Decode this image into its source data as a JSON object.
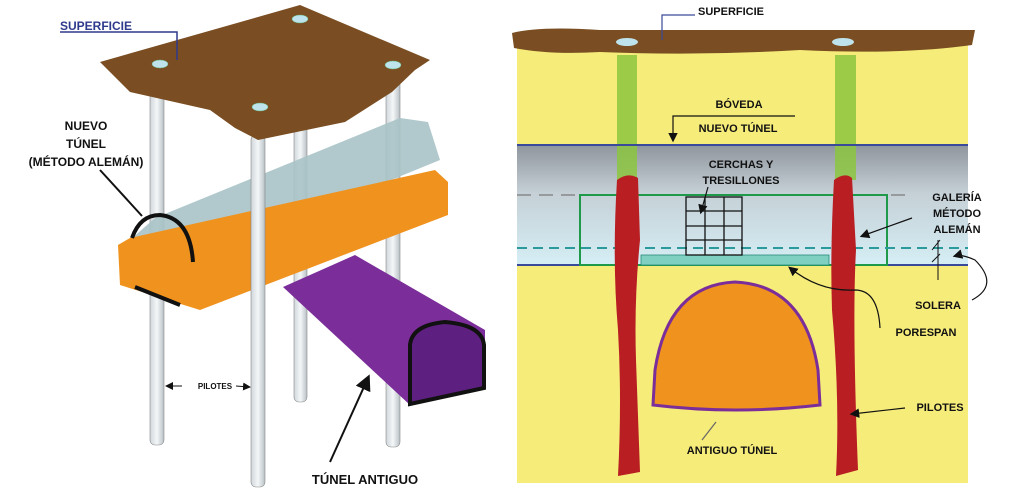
{
  "left_panel": {
    "surface_label": "SUPERFICIE",
    "new_tunnel_label": [
      "NUEVO",
      "TÚNEL",
      "(MÉTODO ALEMÁN)"
    ],
    "piles_label": "PILOTES",
    "old_tunnel_label": "TÚNEL ANTIGUO"
  },
  "right_panel": {
    "surface_label": "SUPERFICIE",
    "vault_label": "BÓVEDA",
    "new_tunnel_label": "NUEVO TÚNEL",
    "ribs_label": [
      "CERCHAS Y",
      "TRESILLONES"
    ],
    "gallery_label": [
      "GALERÍA",
      "MÉTODO",
      "ALEMÁN"
    ],
    "floor_label": "SOLERA",
    "porespan_label": "PORESPAN",
    "piles_label": "PILOTES",
    "old_tunnel_label": "ANTIGUO TÚNEL"
  },
  "colors": {
    "ground": "#7a4e22",
    "soil": "#f6ec7a",
    "new_tunnel_orange": "#f0921e",
    "old_tunnel_purple": "#7b2d9a",
    "pile_red": "#b81e22",
    "pile_green": "#8cc63f",
    "gallery_green": "#1f9a4a",
    "line_blue": "#3a4a9a"
  }
}
